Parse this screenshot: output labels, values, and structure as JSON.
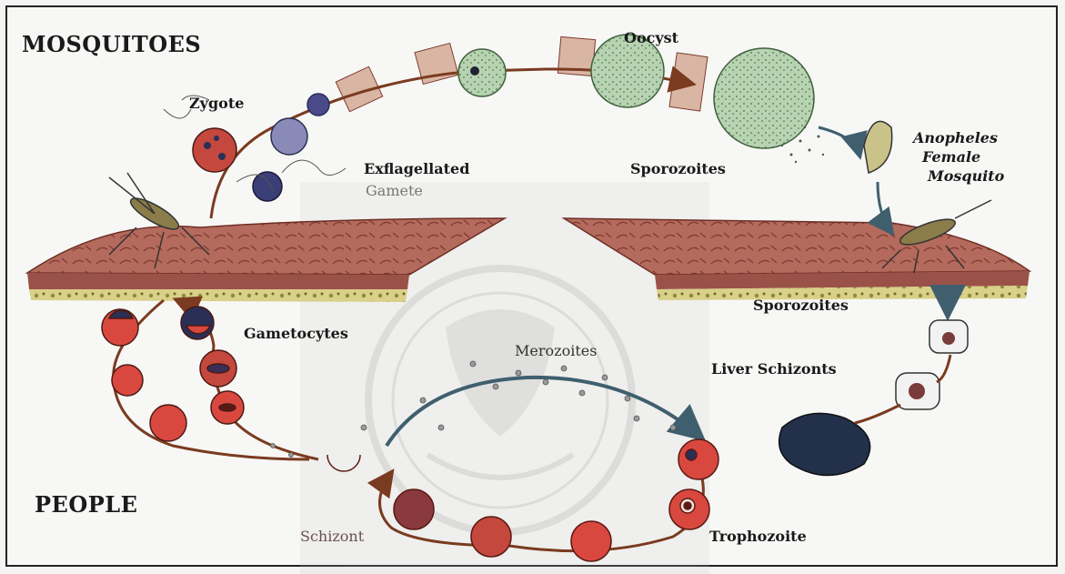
{
  "sections": {
    "mosquitoes": "MOSQUITOES",
    "people": "PEOPLE"
  },
  "labels": {
    "oocyst": "Oocyst",
    "zygote": "Zygote",
    "exflagellated_1": "Exflagellated",
    "exflagellated_2": "Gamete",
    "sporozoites_top": "Sporozoites",
    "anopheles_1": "Anopheles",
    "anopheles_2": "Female",
    "anopheles_3": "Mosquito",
    "sporozoites_right": "Sporozoites",
    "gametocytes": "Gametocytes",
    "merozoites": "Merozoites",
    "liver_schizonts": "Liver Schizonts",
    "schizont": "Schizont",
    "trophozoite": "Trophozoite"
  },
  "colors": {
    "skin": "#b5675a",
    "skin_dark": "#7d3a30",
    "fat_layer": "#d8d08a",
    "blood_cell": "#d9483f",
    "parasite_dark": "#2a2f55",
    "oocyst_green": "#a9c8a6",
    "arrow_brown": "#7a3b20",
    "arrow_blue": "#3f5f6f"
  }
}
